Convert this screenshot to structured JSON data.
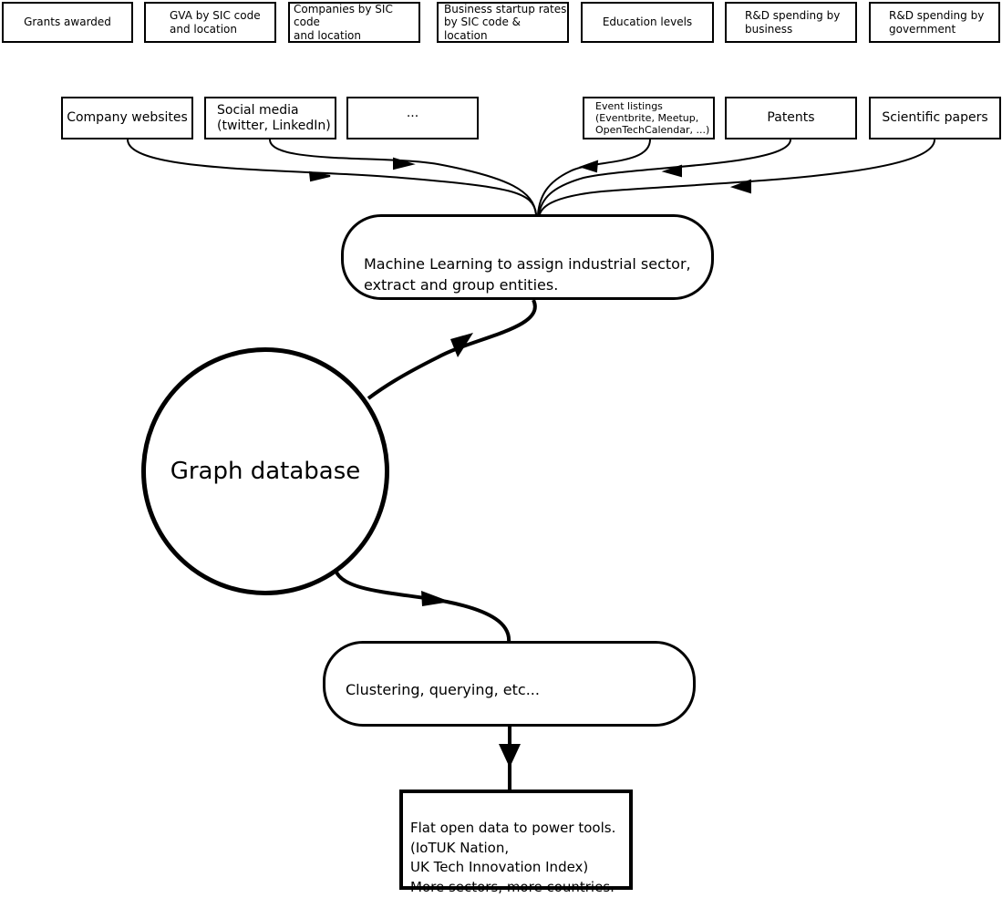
{
  "top_row": [
    {
      "id": "grants",
      "label": "Grants awarded"
    },
    {
      "id": "gva",
      "label": "GVA by SIC code\nand location"
    },
    {
      "id": "companies",
      "label": "Companies by SIC code\nand location"
    },
    {
      "id": "startup",
      "label": "Business startup rates\nby SIC code & location"
    },
    {
      "id": "education",
      "label": "Education levels"
    },
    {
      "id": "rd-business",
      "label": "R&D spending by\nbusiness"
    },
    {
      "id": "rd-government",
      "label": "R&D spending by\ngovernment"
    }
  ],
  "sources": [
    {
      "id": "company-websites",
      "label": "Company websites"
    },
    {
      "id": "social-media",
      "label": "Social media\n(twitter, LinkedIn)"
    },
    {
      "id": "ellipsis",
      "label": "..."
    },
    {
      "id": "event-listings",
      "label": "Event listings\n(Eventbrite, Meetup,\nOpenTechCalendar, ...)"
    },
    {
      "id": "patents",
      "label": "Patents"
    },
    {
      "id": "scientific-papers",
      "label": "Scientific papers"
    }
  ],
  "ml_node": {
    "label": "Machine Learning to assign industrial sector,\nextract and group entities."
  },
  "graph_db": {
    "label": "Graph database"
  },
  "clustering": {
    "label": "Clustering, querying, etc..."
  },
  "output": {
    "label": "Flat open data to power tools.\n(IoTUK Nation,\nUK Tech Innovation Index)\nMore sectors, more countries."
  }
}
